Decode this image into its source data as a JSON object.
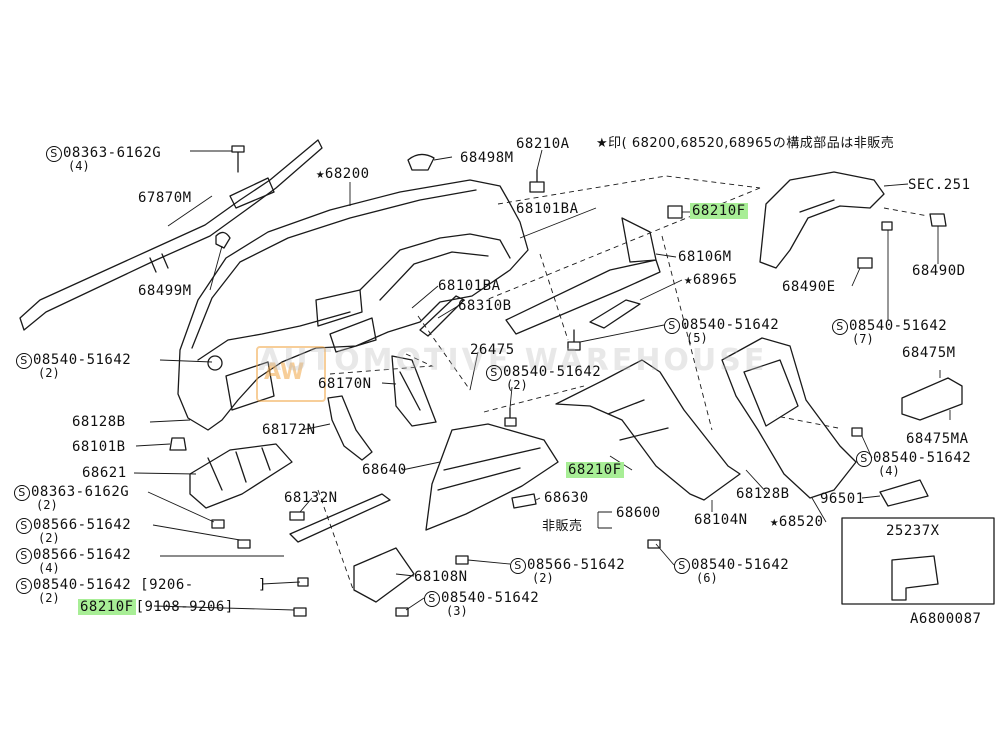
{
  "notice": "★印( 68200,68520,68965の構成部品は非販売",
  "diagram_code": "A6800087",
  "watermark": "AUTOMOTIVE WAREHOUSE",
  "watermark_logo": "AW",
  "colors": {
    "highlight": "#a8ee96",
    "ink": "#111111",
    "watermark": "#bebebe"
  },
  "labels": {
    "p08363_6162g_top": "08363-6162G",
    "p08363_6162g_top_qty": "(4)",
    "p68498m": "68498M",
    "p68210a": "68210A",
    "p68200": "★68200",
    "p67870m": "67870M",
    "p68101ba_top": "68101BA",
    "p68210f_top": "68210F",
    "sec251": "SEC.251",
    "p68106m": "68106M",
    "p68490d": "68490D",
    "p68499m": "68499M",
    "p68965": "★68965",
    "p68490e": "68490E",
    "p68101ba_mid": "68101BA",
    "p68310b": "68310B",
    "p08540_51642_r": "08540-51642",
    "p08540_51642_r_qty": "(5)",
    "p08540_51642_far": "08540-51642",
    "p08540_51642_far_qty": "(7)",
    "p08540_51642_l": "08540-51642",
    "p08540_51642_l_qty": "(2)",
    "p26475": "26475",
    "p68475m": "68475M",
    "p68170n": "68170N",
    "p08540_51642_c": "08540-51642",
    "p08540_51642_c_qty": "(2)",
    "p68128b_l": "68128B",
    "p68172n": "68172N",
    "p68475ma": "68475MA",
    "p68101b": "68101B",
    "p08540_51642_rr": "08540-51642",
    "p08540_51642_rr_qty": "(4)",
    "p68621": "68621",
    "p68640": "68640",
    "p68210f_mid": "68210F",
    "p68128b_r": "68128B",
    "p96501": "96501",
    "p08363_6162g_low": "08363-6162G",
    "p08363_6162g_low_qty": "(2)",
    "p68132n": "68132N",
    "p68630": "68630",
    "p68104n": "68104N",
    "p68520": "★68520",
    "p08566_51642_a": "08566-51642",
    "p08566_51642_a_qty": "(2)",
    "p68600": "68600",
    "hihanbai": "非販売",
    "p25237x": "25237X",
    "p08566_51642_b": "08566-51642",
    "p08566_51642_b_qty": "(4)",
    "p08566_51642_c": "08566-51642",
    "p08566_51642_c_qty": "(2)",
    "p08540_51642_b": "08540-51642",
    "p08540_51642_b_qty": "(6)",
    "p08540_51642_9206": "08540-51642 [9206-",
    "p08540_51642_9206_end": "]",
    "p08540_51642_9206_qty": "(2)",
    "p68108n": "68108N",
    "p68210f_low": "68210F",
    "p68210f_low_date": "[9108-9206]",
    "p08540_51642_bot": "08540-51642",
    "p08540_51642_bot_qty": "(3)"
  }
}
